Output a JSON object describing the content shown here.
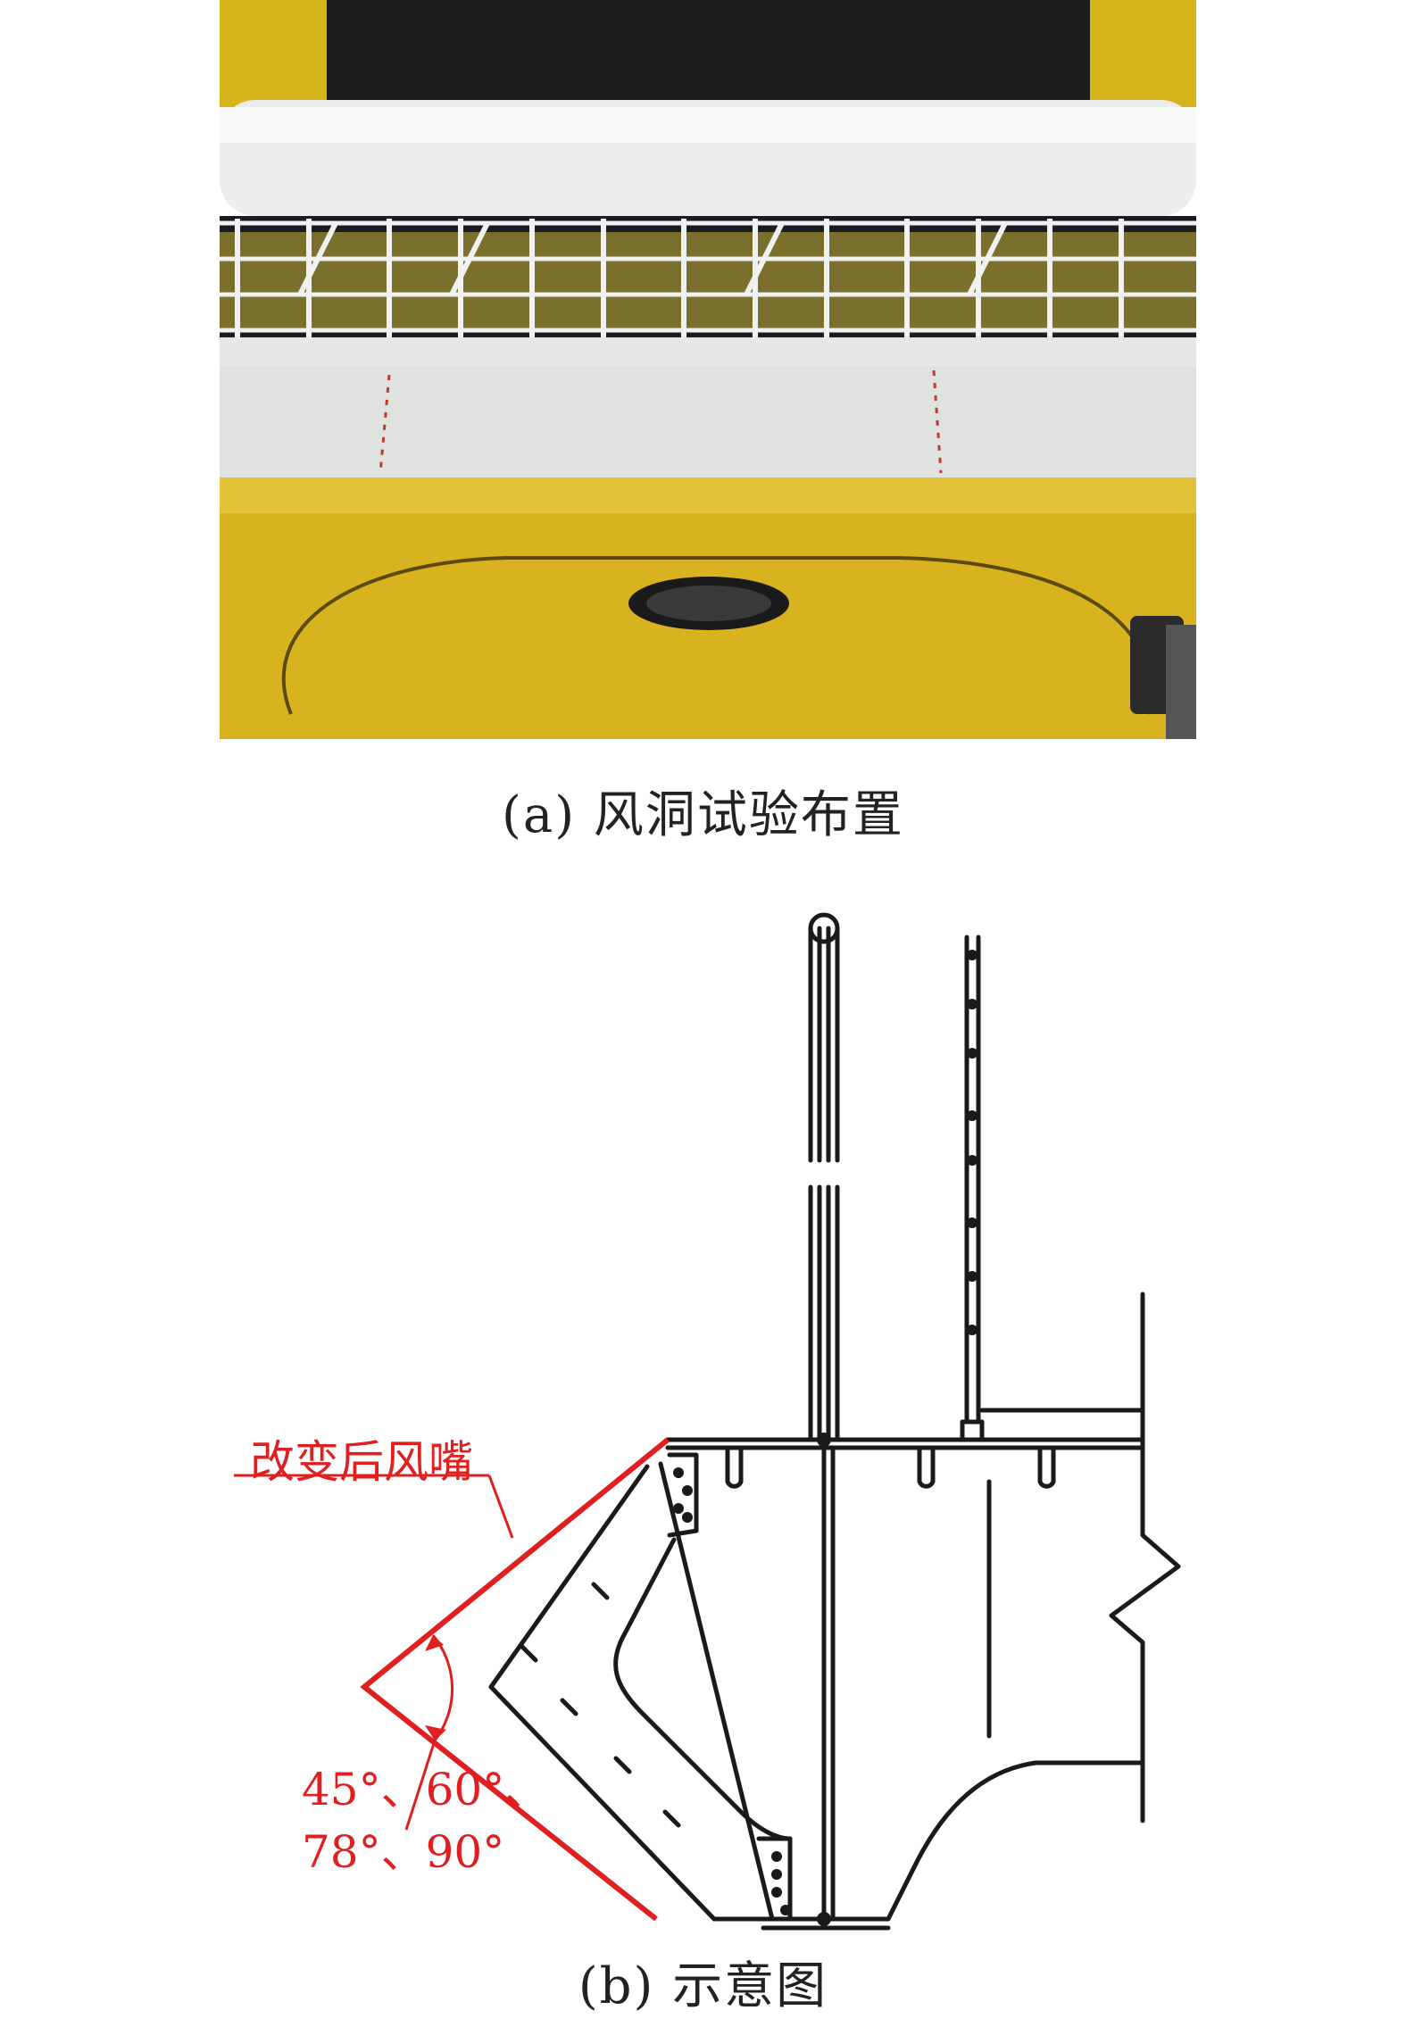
{
  "figure": {
    "panel_a": {
      "caption": "(a) 风洞试验布置",
      "image": "wind-tunnel-test-layout-photo"
    },
    "panel_b": {
      "caption": "(b) 示意图",
      "annotations": {
        "modified_nozzle": "改变后风嘴",
        "angles_line1": "45°、60°、",
        "angles_line2": "78°、90°"
      }
    },
    "colors": {
      "annotation": "#e02020",
      "drawing": "#1a1a1a",
      "tunnel_yellow": "#d9b21f"
    }
  }
}
